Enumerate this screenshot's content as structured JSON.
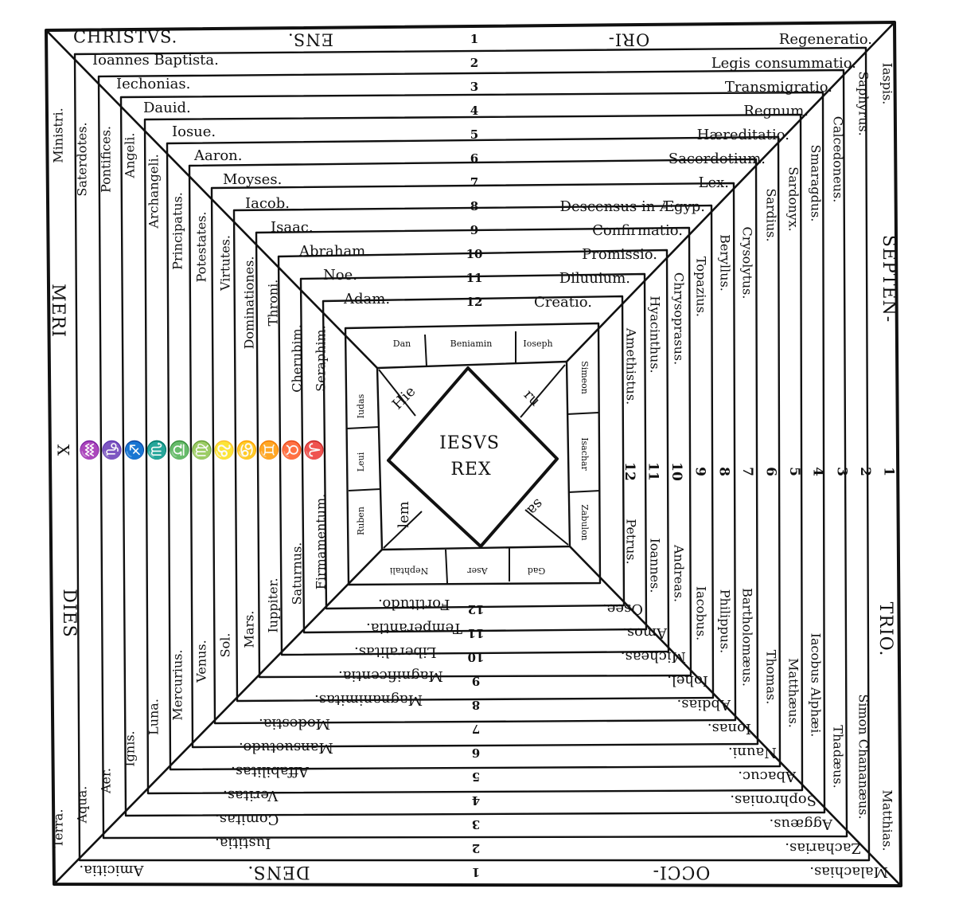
{
  "cardinal": {
    "top": [
      "CHRISTVS.",
      "ENS.",
      "ORI-"
    ],
    "bottom": [
      "Amicitia.",
      "DENS.",
      "OCCI-"
    ],
    "left": [
      "MERI",
      "DIES"
    ],
    "right": [
      "SEPTEN-",
      "TRIO."
    ],
    "left_mid": "X"
  },
  "top": {
    "left": [
      "Ioannes Baptista.",
      "Iechonias.",
      "Dauid.",
      "Iosue.",
      "Aaron.",
      "Moyses.",
      "Iacob.",
      "Isaac.",
      "Abraham.",
      "Noe.",
      "Adam."
    ],
    "nums": [
      "1",
      "2",
      "3",
      "4",
      "5",
      "6",
      "7",
      "8",
      "9",
      "10",
      "11",
      "12"
    ],
    "right": [
      "Regeneratio.",
      "Legis consummatio.",
      "Transmigratio.",
      "Regnum.",
      "Hæreditatio.",
      "Sacerdotium.",
      "Lex.",
      "Descensus in Ægyp.",
      "Confirmatio.",
      "Promissio.",
      "Diluuium.",
      "Creatio."
    ]
  },
  "bottom": {
    "left": [
      "Iustitia.",
      "Comitas.",
      "Veritas.",
      "Affabilitas.",
      "Mansuetudo.",
      "Modestia.",
      "Magnanimitas.",
      "Magnificentia.",
      "Liberalitas.",
      "Temperantia.",
      "Fortitudo."
    ],
    "nums": [
      "1",
      "2",
      "3",
      "4",
      "5",
      "6",
      "7",
      "8",
      "9",
      "10",
      "11",
      "12"
    ],
    "right": [
      "Malachias.",
      "Zacharias.",
      "Aggæus.",
      "Sophronias.",
      "Abacuc.",
      "Nauni.",
      "Ionas.",
      "Abdias.",
      "Iohel.",
      "Micheas.",
      "Amos.",
      "Osee."
    ]
  },
  "left": {
    "upper": [
      "Ministri.",
      "Saterdotes.",
      "Pontifices.",
      "Angeli.",
      "Archangeli.",
      "Principatus.",
      "Potestates.",
      "Virtutes.",
      "Dominationes.",
      "Throni.",
      "Cherubim.",
      "Seraphim."
    ],
    "symbols": [
      "♒",
      "♑",
      "♐",
      "♏",
      "♎",
      "♍",
      "♌",
      "♋",
      "♊",
      "♉",
      "♈"
    ],
    "lower": [
      "Terra.",
      "Aqua.",
      "Aer.",
      "Ignis.",
      "Luna.",
      "Mercurius.",
      "Venus.",
      "Sol.",
      "Mars.",
      "Iuppiter.",
      "Saturnus.",
      "Firmamentum."
    ]
  },
  "right": {
    "upper": [
      "Iaspis.",
      "Saphyrus.",
      "Calcedoneus.",
      "Smaragdus.",
      "Sardonyx.",
      "Sardius.",
      "Crysolytus.",
      "Beryllus.",
      "Topazius.",
      "Chrysoprasus.",
      "Hyacinthus.",
      "Amethistus."
    ],
    "nums": [
      "1",
      "2",
      "3",
      "4",
      "5",
      "6",
      "7",
      "8",
      "9",
      "10",
      "11",
      "12"
    ],
    "lower": [
      "Matthias.",
      "Simon Chananæus.",
      "Thadæus.",
      "Iacobus Alphæi.",
      "Matthæus.",
      "Thomas.",
      "Bartholomæus.",
      "Philippus.",
      "Iacobus.",
      "Andreas.",
      "Ioannes.",
      "Petrus."
    ]
  },
  "tribes": {
    "top": [
      "Dan",
      "Beniamin",
      "Ioseph"
    ],
    "right": [
      "Simeon",
      "Isachar",
      "Zabulon"
    ],
    "bottom": [
      "Gad",
      "Aser",
      "Nephtali"
    ],
    "left": [
      "Iudas",
      "Leui",
      "Ruben"
    ]
  },
  "center": {
    "corners": [
      "Hie",
      "ru",
      "sa",
      "lem"
    ],
    "line1": "IESVS",
    "line2": "REX"
  }
}
